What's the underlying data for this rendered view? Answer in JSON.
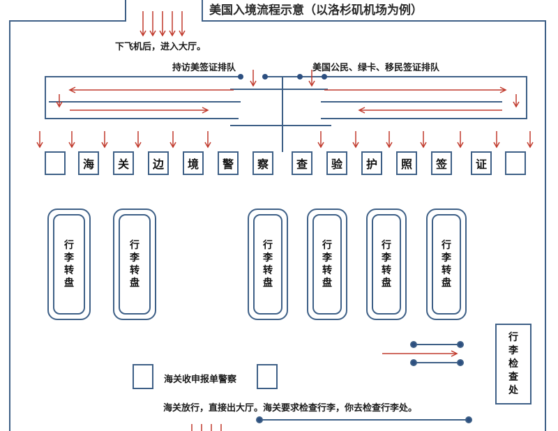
{
  "title": "美国入境流程示意（以洛杉矶机场为例）",
  "labels": {
    "arrival": "下飞机后，进入大厅。",
    "visa_queue": "持访美签证排队",
    "citizen_queue": "美国公民、绿卡、移民签证排队",
    "customs_form": "海关收申报单警察",
    "exit_note": "海关放行，直接出大厅。海关要求检查行李，你去检查行李处。"
  },
  "booths": [
    "",
    "海",
    "关",
    "边",
    "境",
    "警",
    "察",
    "查",
    "验",
    "护",
    "照",
    "签",
    "证",
    ""
  ],
  "carousel_label": "行李转盘",
  "baggage_inspection": "行李检查处",
  "colors": {
    "line": "#3d5f86",
    "arrow": "#c0392b",
    "node": "#2c4f80"
  }
}
